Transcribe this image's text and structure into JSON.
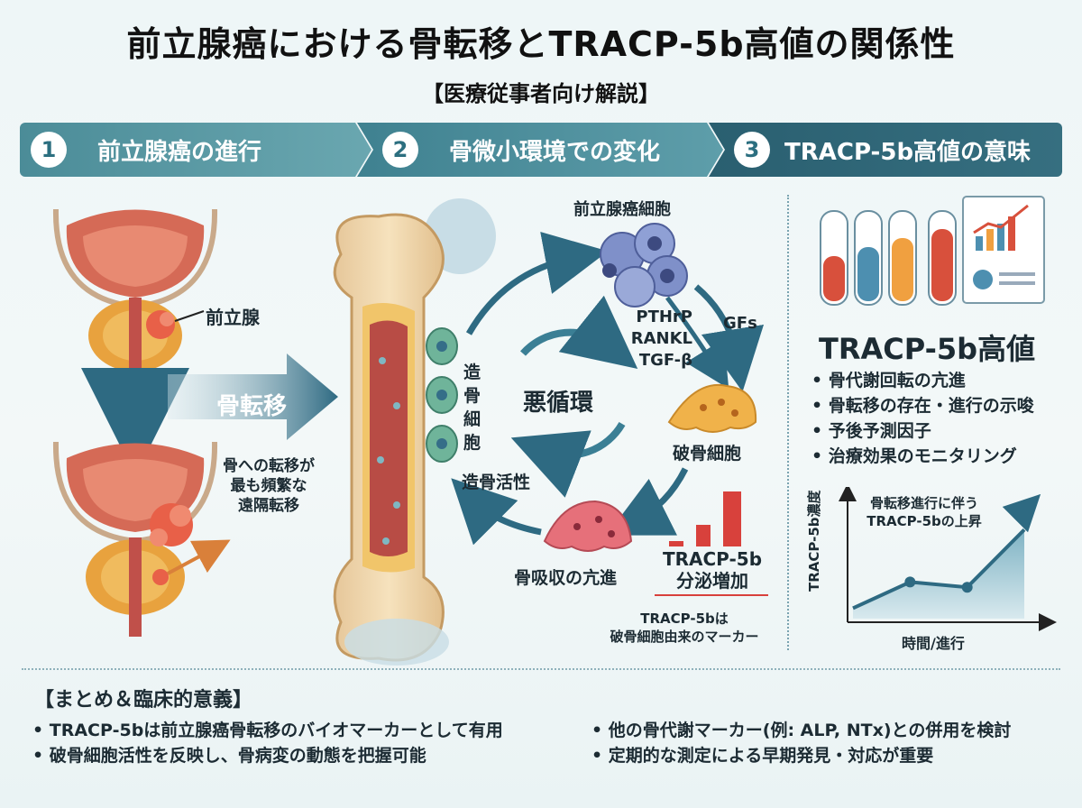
{
  "header": {
    "title": "前立腺癌における骨転移とTRACP-5b高値の関係性",
    "subtitle": "【医療従事者向け解説】"
  },
  "steps": [
    {
      "num": "1",
      "label": "前立腺癌の進行"
    },
    {
      "num": "2",
      "label": "骨微小環境での変化"
    },
    {
      "num": "3",
      "label": "TRACP-5b高値の意味"
    }
  ],
  "left_panel": {
    "prostate_label": "前立腺",
    "metastasis_arrow_label": "骨転移",
    "frequent_note": [
      "骨への転移が",
      "最も頻繁な",
      "遠隔転移"
    ]
  },
  "center_panel": {
    "cancer_cell_label": "前立腺癌細胞",
    "factors": [
      "PTHrP",
      "RANKL",
      "TGF-β"
    ],
    "gfs_label": "GFs",
    "osteoblast_label": [
      "造",
      "骨",
      "細",
      "胞"
    ],
    "vicious_cycle": "悪循環",
    "osteoclast_label": "破骨細胞",
    "bone_formation_label": "造骨活性",
    "resorption_label": "骨吸収の亢進",
    "tracp_secretion": [
      "TRACP-5b",
      "分泌増加"
    ],
    "marker_note": [
      "TRACP-5bは",
      "破骨細胞由来のマーカー"
    ]
  },
  "right_panel": {
    "heading": "TRACP-5b高値",
    "bullets": [
      "骨代謝回転の亢進",
      "骨転移の存在・進行の示唆",
      "予後予測因子",
      "治療効果のモニタリング"
    ],
    "graph_title": [
      "骨転移進行に伴う",
      "TRACP-5bの上昇"
    ],
    "ylabel": "TRACP-5b濃度",
    "xlabel": "時間/進行"
  },
  "chart_data": {
    "type": "line",
    "title": "骨転移進行に伴う TRACP-5bの上昇",
    "xlabel": "時間/進行",
    "ylabel": "TRACP-5b濃度",
    "series": [
      {
        "values": [
          0.1,
          0.35,
          0.3,
          0.85
        ]
      }
    ],
    "trend": "increasing"
  },
  "summary": {
    "title": "【まとめ＆臨床的意義】",
    "left": [
      "TRACP-5bは前立腺癌骨転移のバイオマーカーとして有用",
      "破骨細胞活性を反映し、骨病変の動態を把握可能"
    ],
    "right": [
      "他の骨代謝マーカー(例: ALP, NTx)との併用を検討",
      "定期的な測定による早期発見・対応が重要"
    ]
  },
  "colors": {
    "banner": "#3f8190",
    "arrow": "#2e6a82",
    "accent_red": "#d8413c"
  }
}
